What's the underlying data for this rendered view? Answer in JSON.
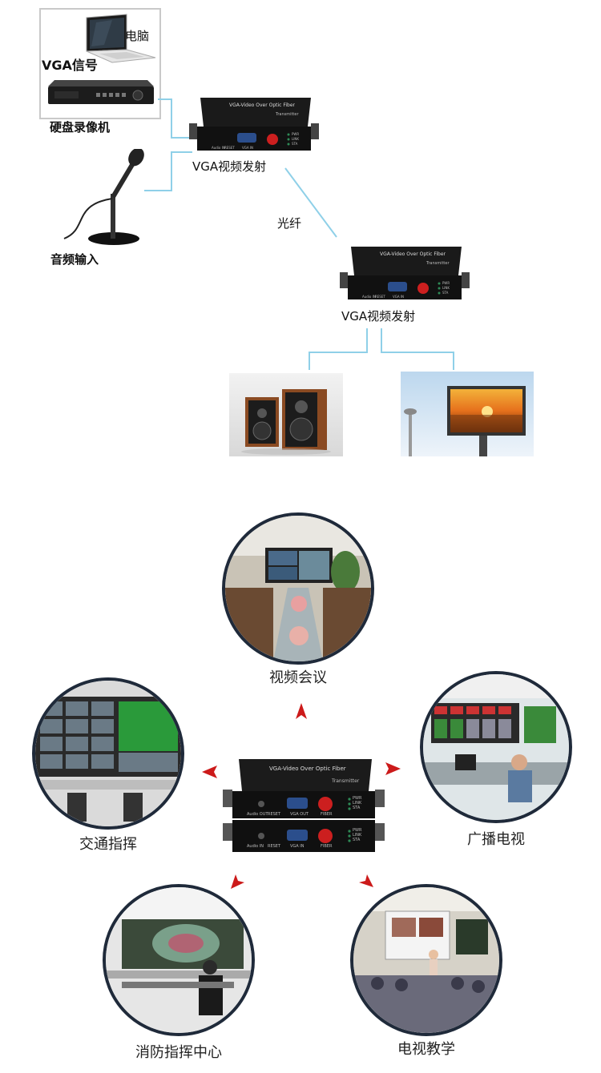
{
  "top_diagram": {
    "source_labels": {
      "computer": "电脑",
      "vga_signal": "VGA信号",
      "dvr": "硬盘录像机",
      "audio_input": "音频输入"
    },
    "transmitter_label": "VGA视频发射",
    "fiber_label": "光纤",
    "receiver_label": "VGA视频发射",
    "device_text": {
      "title": "VGA-Video Over Optic Fiber",
      "tag_tx": "Transmitter",
      "tag_rx": "Transmitter",
      "port_audio_in": "Audio IN",
      "port_reset": "RESET",
      "port_vga_in": "VGA IN",
      "led_pwr": "PWR",
      "led_link": "LINK",
      "led_sta": "STA"
    }
  },
  "applications": {
    "center_device": {
      "title": "VGA-Video Over Optic Fiber",
      "tag": "Transmitter",
      "top_unit": {
        "port_audio": "Audio OUT",
        "port_reset": "RESET",
        "port_vga": "VGA OUT",
        "port_fiber": "FIBER"
      },
      "bottom_unit": {
        "port_audio": "Audio IN",
        "port_reset": "RESET",
        "port_vga": "VGA IN",
        "port_fiber": "FIBER"
      },
      "leds": {
        "pwr": "PWR",
        "link": "LINK",
        "sta": "STA"
      }
    },
    "items": [
      {
        "label": "视频会议"
      },
      {
        "label": "交通指挥"
      },
      {
        "label": "广播电视"
      },
      {
        "label": "消防指挥中心"
      },
      {
        "label": "电视教学"
      }
    ]
  },
  "colors": {
    "line": "#8fd0e8",
    "arrow": "#cc1a1a",
    "circle_border": "#1f2a3a"
  }
}
